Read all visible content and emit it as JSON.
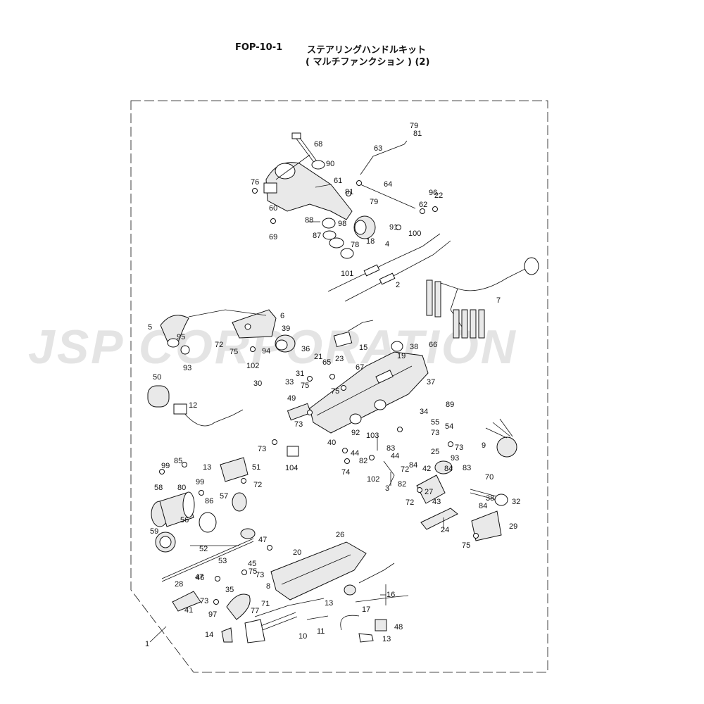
{
  "header": {
    "code": "FOP-10-1",
    "title_line1": "ステアリングハンドルキット",
    "title_line2": "( マルチファンクション ) (2)"
  },
  "watermark": "JSP CORPORATION",
  "labels": [
    "1",
    "2",
    "3",
    "4",
    "5",
    "6",
    "7",
    "8",
    "9",
    "10",
    "11",
    "12",
    "13",
    "13",
    "13",
    "14",
    "15",
    "16",
    "17",
    "18",
    "19",
    "20",
    "21",
    "22",
    "23",
    "24",
    "25",
    "26",
    "27",
    "28",
    "29",
    "30",
    "31",
    "32",
    "33",
    "34",
    "35",
    "36",
    "37",
    "38",
    "38",
    "39",
    "40",
    "41",
    "42",
    "43",
    "44",
    "44",
    "45",
    "46",
    "47",
    "47",
    "48",
    "49",
    "50",
    "51",
    "52",
    "53",
    "54",
    "55",
    "56",
    "57",
    "58",
    "59",
    "60",
    "61",
    "62",
    "63",
    "64",
    "65",
    "66",
    "67",
    "68",
    "69",
    "70",
    "71",
    "72",
    "72",
    "72",
    "72",
    "73",
    "73",
    "73",
    "73",
    "73",
    "73",
    "74",
    "75",
    "75",
    "75",
    "75",
    "75",
    "76",
    "77",
    "78",
    "79",
    "79",
    "80",
    "81",
    "81",
    "82",
    "82",
    "83",
    "83",
    "84",
    "84",
    "84",
    "85",
    "86",
    "87",
    "88",
    "89",
    "90",
    "91",
    "92",
    "93",
    "93",
    "94",
    "95",
    "96",
    "97",
    "98",
    "99",
    "99",
    "100",
    "101",
    "102",
    "102",
    "103",
    "104"
  ]
}
